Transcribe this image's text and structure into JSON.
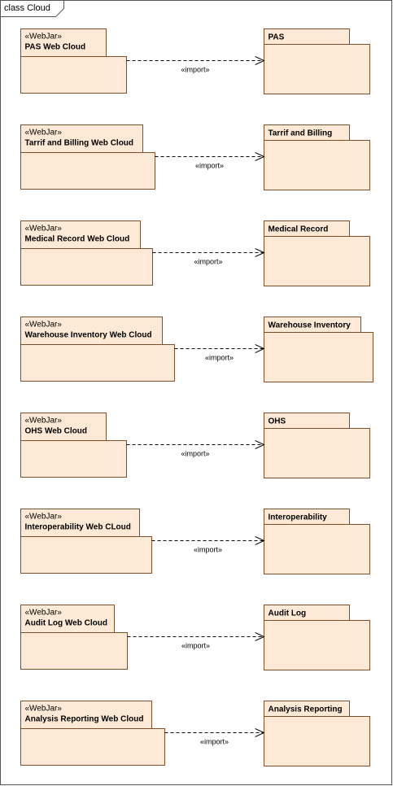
{
  "frame": {
    "title": "class Cloud"
  },
  "stereotype": "«WebJar»",
  "dependency_label": "«import»",
  "rows": [
    {
      "source": "PAS Web Cloud",
      "target": "PAS"
    },
    {
      "source": "Tarrif and Billing Web Cloud",
      "target": "Tarrif and Billing"
    },
    {
      "source": "Medical Record Web Cloud",
      "target": "Medical Record"
    },
    {
      "source": "Warehouse Inventory Web Cloud",
      "target": "Warehouse Inventory"
    },
    {
      "source": "OHS Web Cloud",
      "target": "OHS"
    },
    {
      "source": "Interoperability Web CLoud",
      "target": "Interoperability"
    },
    {
      "source": "Audit Log Web Cloud",
      "target": "Audit Log"
    },
    {
      "source": "Analysis Reporting Web Cloud",
      "target": "Analysis Reporting"
    }
  ],
  "colors": {
    "package_fill": "#fee9d6",
    "package_stroke": "#7f4f2a",
    "frame_stroke": "#555555"
  }
}
